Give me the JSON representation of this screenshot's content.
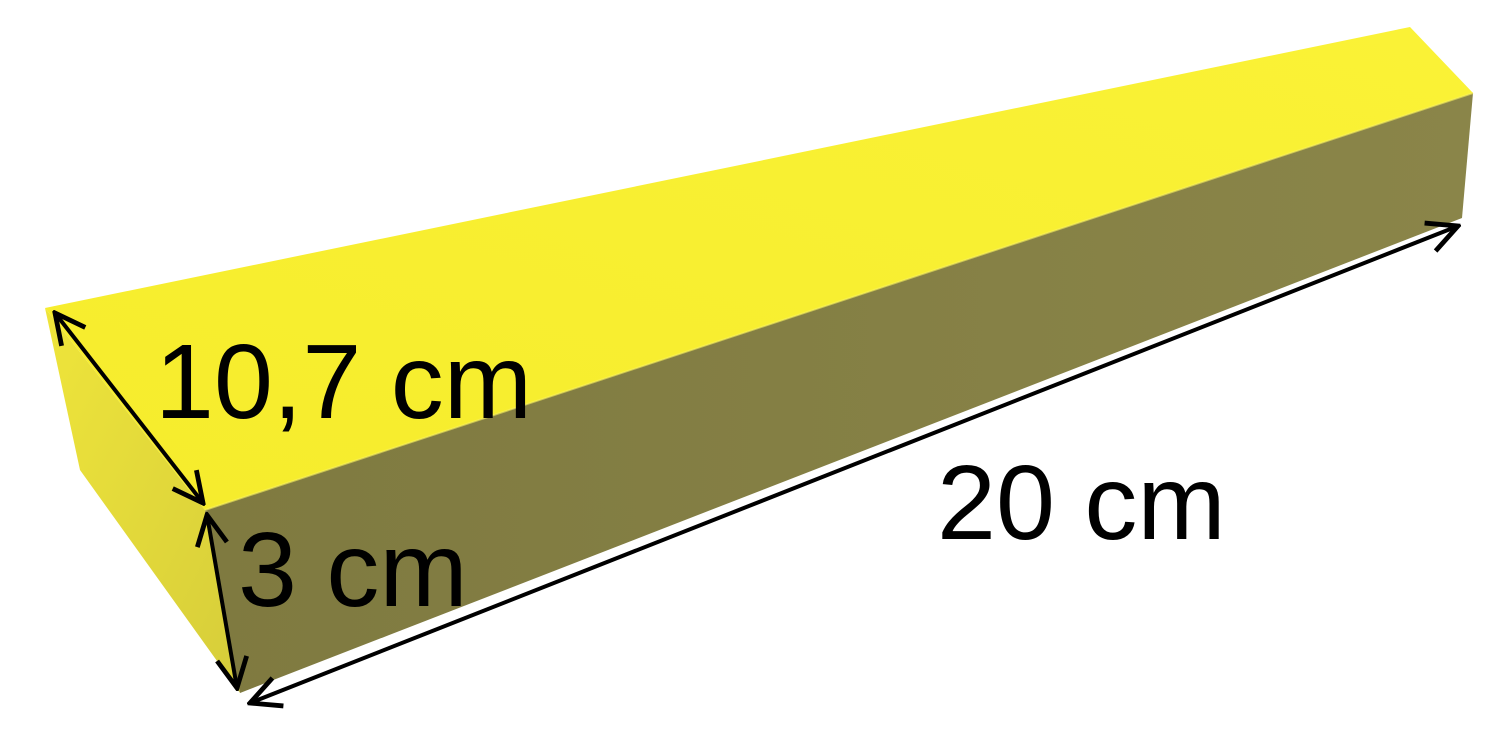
{
  "colors": {
    "top_face": "#f8ef2f",
    "front_face": "#858046",
    "end_face": "#e2d93c",
    "arrow": "#000000"
  },
  "labels": {
    "width": "10,7 cm",
    "height": "3 cm",
    "length": "20 cm"
  }
}
